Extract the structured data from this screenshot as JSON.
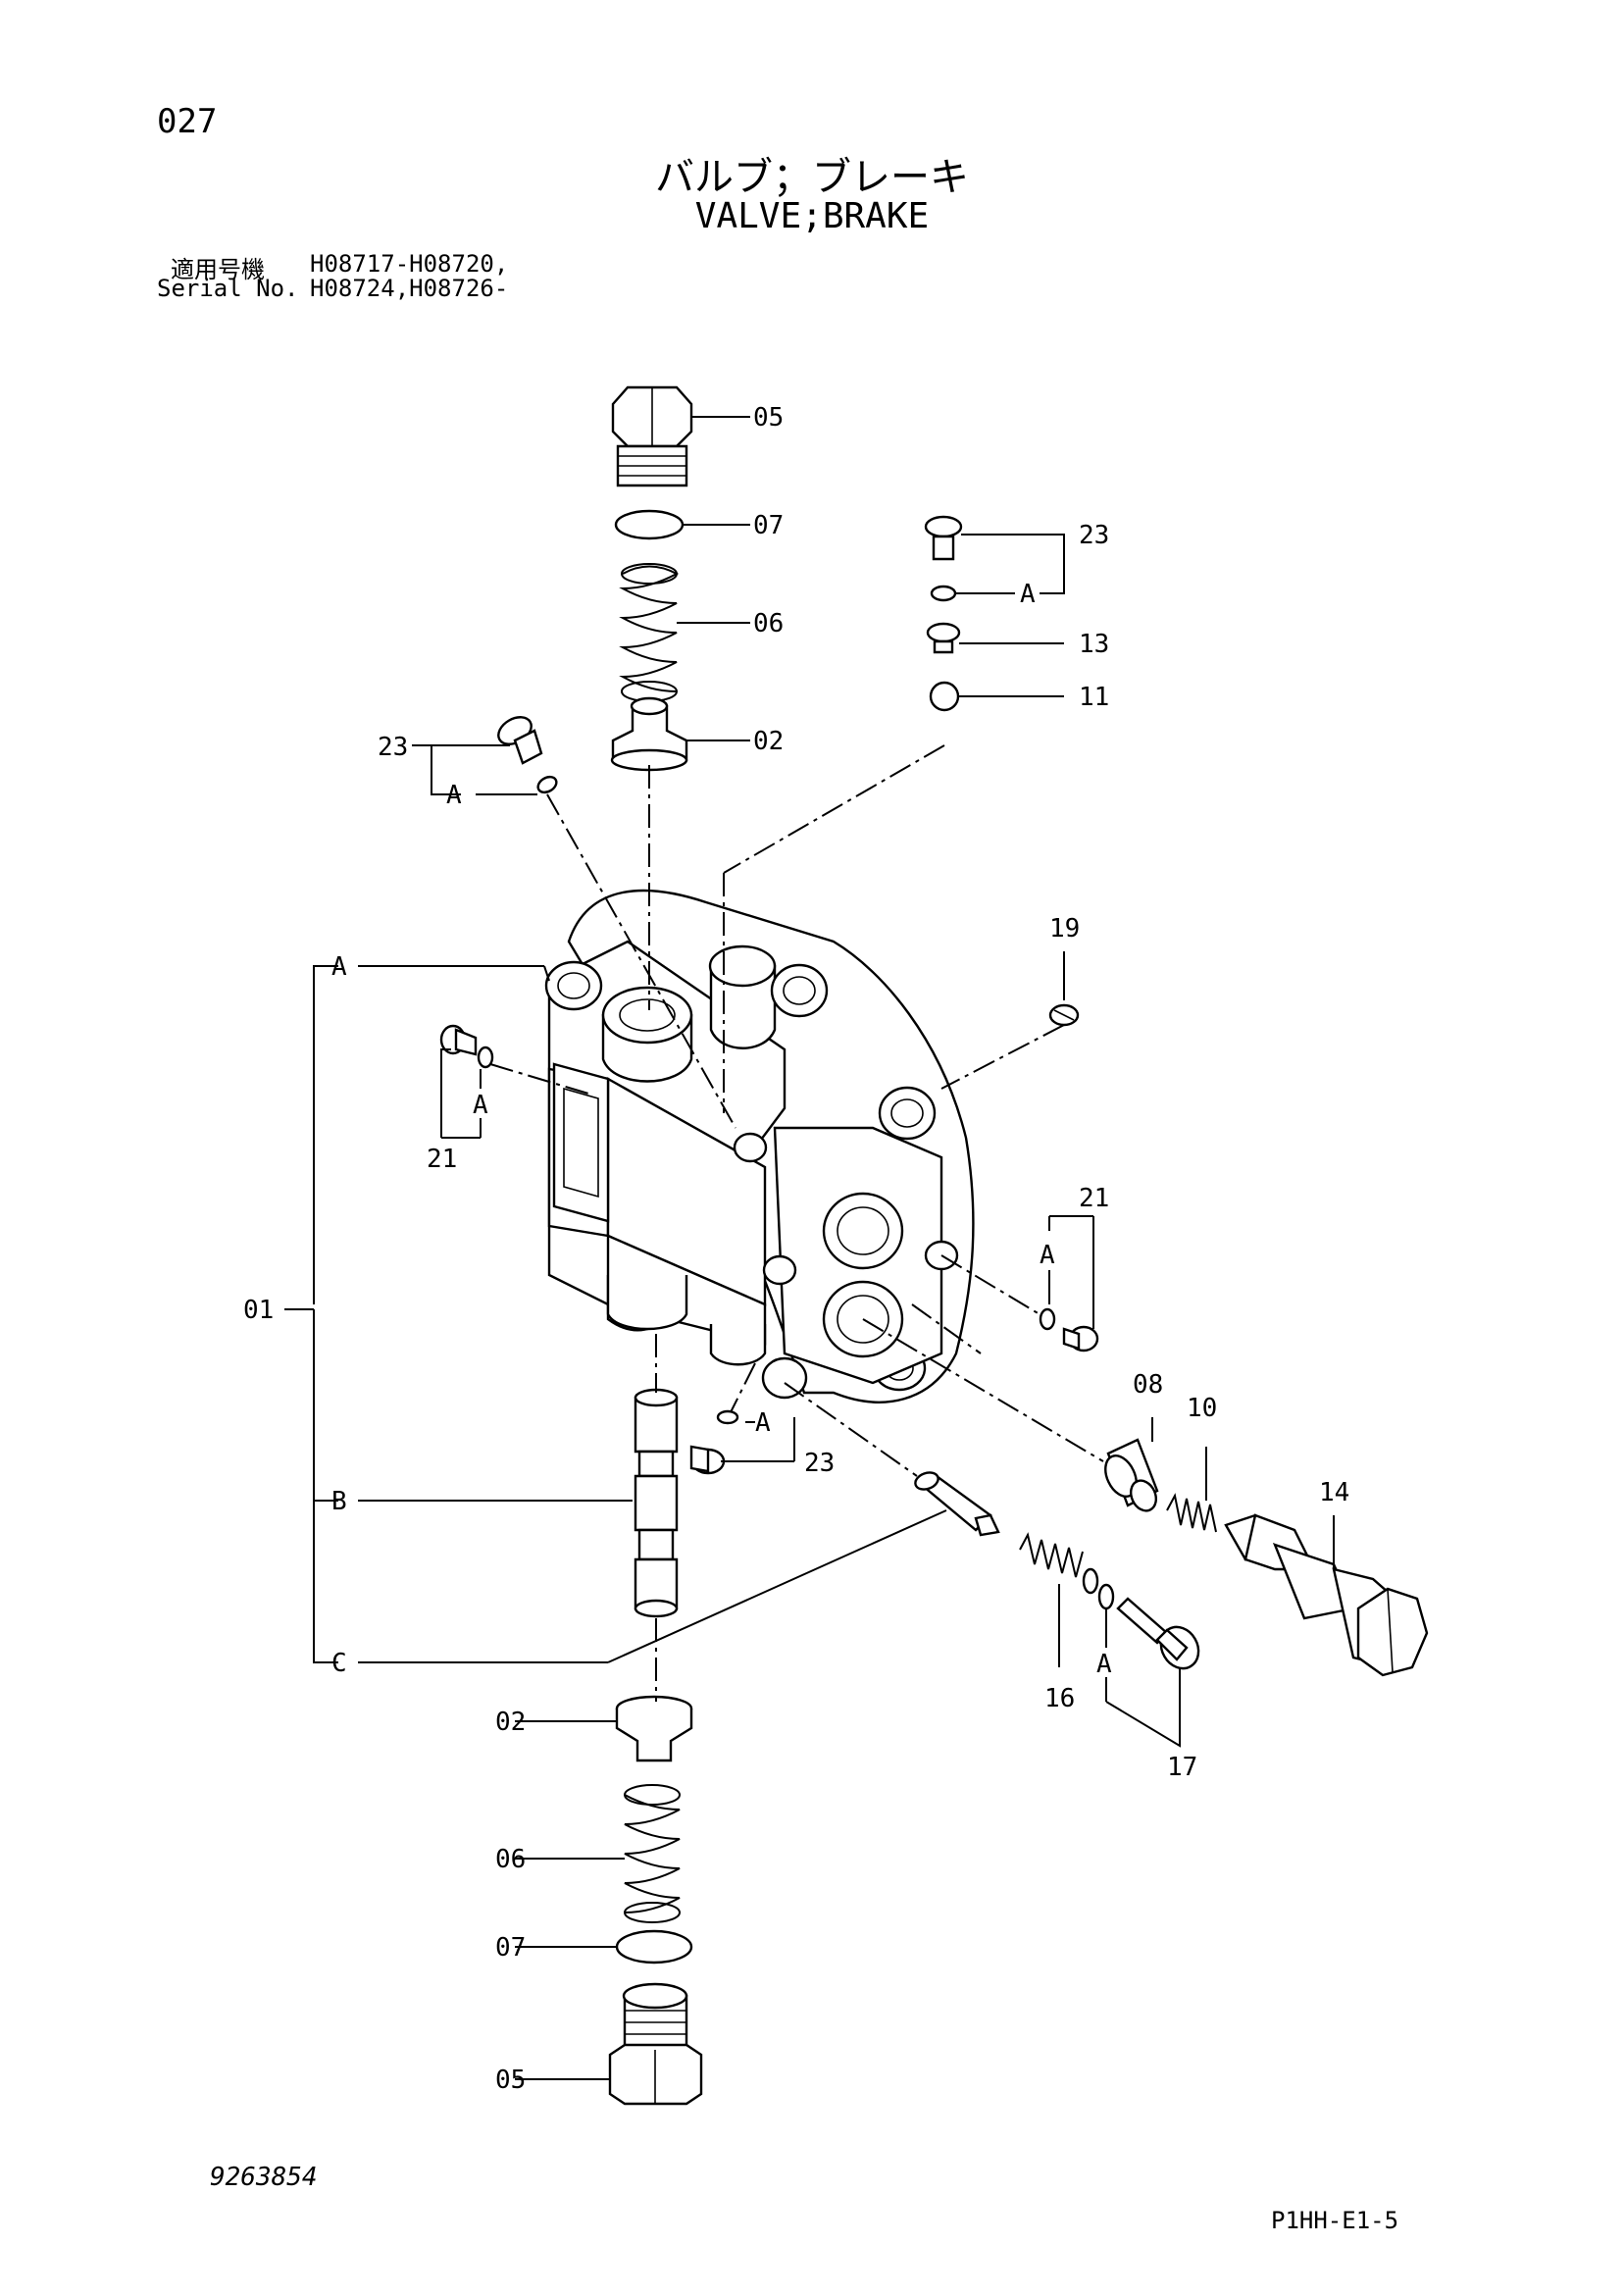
{
  "header": {
    "page_number": "027",
    "title_jp": "バルブ；ブレーキ",
    "title_en": "VALVE;BRAKE",
    "serial_jp_label": "適用号機",
    "serial_jp_value": "H08717-H08720,",
    "serial_en_label": "Serial No.",
    "serial_en_value": "H08724,H08726-"
  },
  "callouts": {
    "p05_top": "05",
    "p07_top": "07",
    "p06_top": "06",
    "p02_top": "02",
    "p23_right": "23",
    "a_right": "A",
    "p13": "13",
    "p11": "11",
    "p23_left": "23",
    "a_left": "A",
    "p19": "19",
    "a_body_top": "A",
    "a_left_port": "A",
    "p21_left": "21",
    "p21_right": "21",
    "a_right_port": "A",
    "p01": "01",
    "b": "B",
    "c": "C",
    "p08": "08",
    "p10": "10",
    "p14": "14",
    "a_bottom": "A",
    "p23_bottom": "23",
    "p16": "16",
    "a_plug": "A",
    "p17": "17",
    "p02_bottom": "02",
    "p06_bottom": "06",
    "p07_bottom": "07",
    "p05_bottom": "05"
  },
  "footer": {
    "doc_number": "9263854",
    "page_code": "P1HH-E1-5"
  }
}
